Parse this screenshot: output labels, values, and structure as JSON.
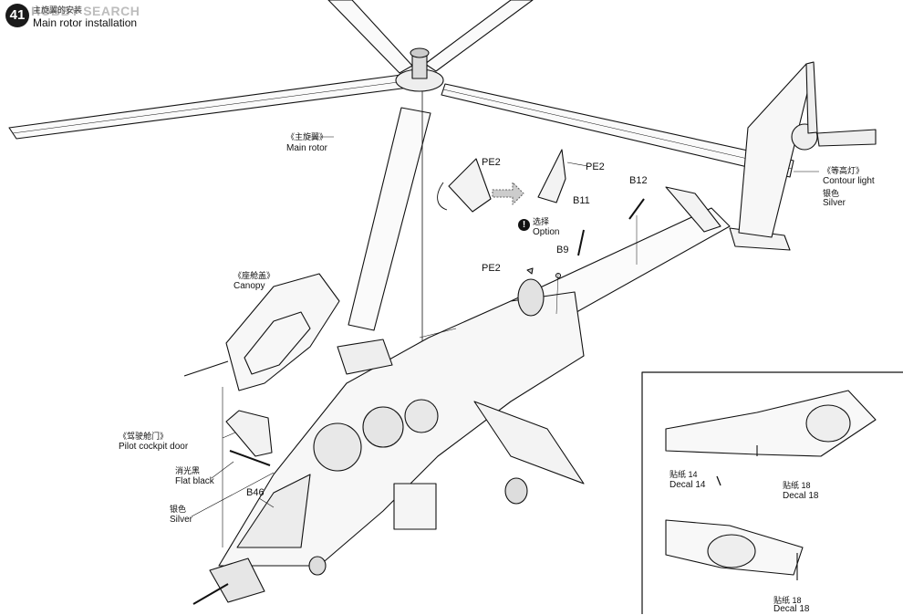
{
  "watermark": "HOBBY SEARCH",
  "step": {
    "number": "41",
    "title_cn": "主旋翼的安装",
    "title_en": "Main rotor installation"
  },
  "labels": {
    "main_rotor_cn": "《主旋翼》",
    "main_rotor_en": "Main rotor",
    "pe2_top_left": "PE2",
    "pe2_top_right": "PE2",
    "b11": "B11",
    "b12": "B12",
    "option_cn": "选择",
    "option_en": "Option",
    "b9": "B9",
    "pe2_small": "PE2",
    "contour_cn": "《等高灯》",
    "contour_en": "Contour light",
    "silver_cn_1": "银色",
    "silver_en_1": "Silver",
    "canopy_cn": "《座舱盖》",
    "canopy_en": "Canopy",
    "cockpit_door_cn": "《驾驶舱门》",
    "cockpit_door_en": "Pilot cockpit door",
    "flat_black_cn": "消光黑",
    "flat_black_en": "Flat black",
    "b46": "B46",
    "silver_cn_2": "银色",
    "silver_en_2": "Silver",
    "decal14_cn": "贴纸 14",
    "decal14_en": "Decal 14",
    "decal18a_cn": "贴纸 18",
    "decal18a_en": "Decal 18",
    "decal18b_cn": "贴纸 18",
    "decal18b_en": "Decal 18"
  },
  "icons": {
    "option": "exclamation-circle-icon",
    "rotate_arrow": "curved-arrow-icon",
    "dotted_arrow": "dotted-arrow-icon"
  }
}
